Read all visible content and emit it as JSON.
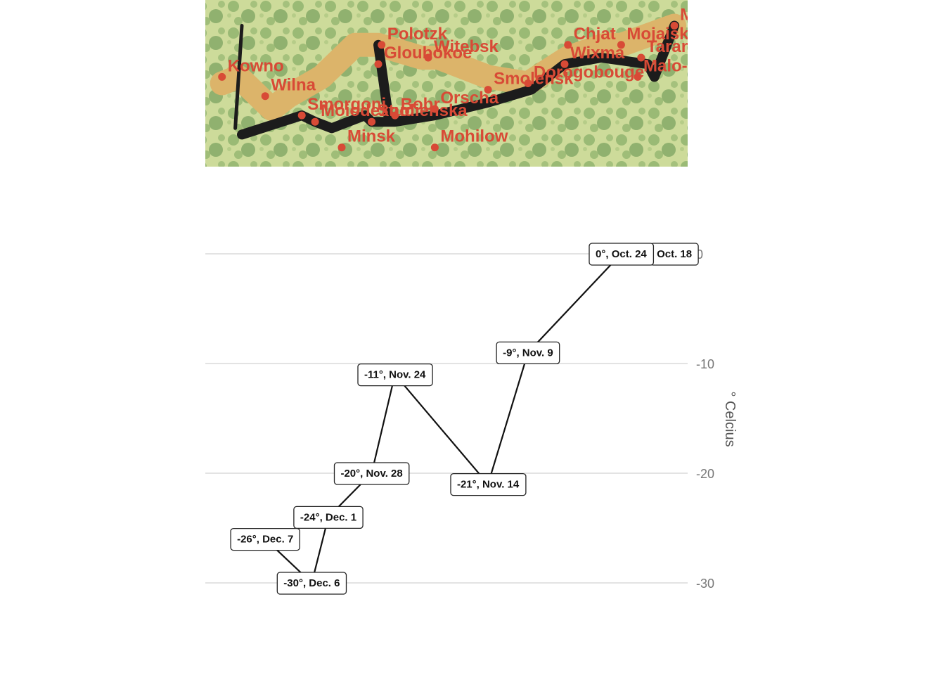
{
  "chart_data": [
    {
      "type": "map",
      "colors": {
        "advance": "#dcb46a",
        "retreat": "#1c1c1c",
        "city": "#d84a36",
        "terrain_light": "#d6e0a4",
        "terrain_dark": "#6f9a58"
      },
      "advance_path": [
        [
          24.0,
          54.9
        ],
        [
          24.5,
          55.0
        ],
        [
          25.5,
          54.5
        ],
        [
          26.0,
          54.7
        ],
        [
          27.0,
          55.0
        ],
        [
          28.0,
          55.5
        ],
        [
          28.7,
          55.5
        ],
        [
          30.0,
          55.3
        ],
        [
          30.5,
          55.3
        ],
        [
          32.0,
          55.0
        ],
        [
          33.2,
          54.9
        ],
        [
          34.4,
          55.3
        ],
        [
          35.5,
          55.5
        ],
        [
          36.0,
          55.5
        ],
        [
          37.6,
          55.8
        ]
      ],
      "retreat_path": [
        [
          37.6,
          55.8
        ],
        [
          37.0,
          55.0
        ],
        [
          36.8,
          55.2
        ],
        [
          35.4,
          55.3
        ],
        [
          34.3,
          55.2
        ],
        [
          33.3,
          54.8
        ],
        [
          32.0,
          54.6
        ],
        [
          30.4,
          54.4
        ],
        [
          29.2,
          54.3
        ],
        [
          28.5,
          54.3
        ],
        [
          28.3,
          54.4
        ],
        [
          27.3,
          54.2
        ],
        [
          26.8,
          54.3
        ],
        [
          26.4,
          54.4
        ],
        [
          24.6,
          54.1
        ]
      ],
      "retreat_branch": [
        [
          28.7,
          55.5
        ],
        [
          29.0,
          54.4
        ]
      ],
      "north_branch": [
        [
          24.6,
          55.8
        ],
        [
          24.4,
          54.2
        ]
      ],
      "cities": [
        {
          "name": "Kowno",
          "lon": 24.0,
          "lat": 55.0
        },
        {
          "name": "Wilna",
          "lon": 25.3,
          "lat": 54.7
        },
        {
          "name": "Smorgoni",
          "lon": 26.4,
          "lat": 54.4
        },
        {
          "name": "Moiodexno",
          "lon": 26.8,
          "lat": 54.3
        },
        {
          "name": "Gloubokoe",
          "lon": 28.7,
          "lat": 55.2
        },
        {
          "name": "Minsk",
          "lon": 27.6,
          "lat": 53.9
        },
        {
          "name": "Studienska",
          "lon": 28.5,
          "lat": 54.3
        },
        {
          "name": "Polotzk",
          "lon": 28.8,
          "lat": 55.5
        },
        {
          "name": "Bobr",
          "lon": 29.2,
          "lat": 54.4
        },
        {
          "name": "Witebsk",
          "lon": 30.2,
          "lat": 55.3
        },
        {
          "name": "Orscha",
          "lon": 30.4,
          "lat": 54.5
        },
        {
          "name": "Mohilow",
          "lon": 30.4,
          "lat": 53.9
        },
        {
          "name": "Smolensk",
          "lon": 32.0,
          "lat": 54.8
        },
        {
          "name": "Dorogobouge",
          "lon": 33.2,
          "lat": 54.9
        },
        {
          "name": "Wixma",
          "lon": 34.3,
          "lat": 55.2
        },
        {
          "name": "Chjat",
          "lon": 34.4,
          "lat": 55.5
        },
        {
          "name": "Mojaisk",
          "lon": 36.0,
          "lat": 55.5
        },
        {
          "name": "Moscou",
          "lon": 37.6,
          "lat": 55.8
        },
        {
          "name": "Tarantino",
          "lon": 36.6,
          "lat": 55.3
        },
        {
          "name": "Malo-Jarosewii",
          "lon": 36.5,
          "lat": 55.0
        }
      ]
    },
    {
      "type": "line",
      "xlim": [
        23.5,
        38.0
      ],
      "ylim": [
        -32,
        2
      ],
      "yticks": [
        0,
        -10,
        -20,
        -30
      ],
      "ylabel": "° Celcius",
      "grid": true,
      "points": [
        {
          "lon": 37.6,
          "temp": 0,
          "label": "Oct. 18"
        },
        {
          "lon": 36.0,
          "temp": 0,
          "label": "0°, Oct. 24"
        },
        {
          "lon": 33.2,
          "temp": -9,
          "label": "-9°, Nov. 9"
        },
        {
          "lon": 32.0,
          "temp": -21,
          "label": "-21°, Nov. 14"
        },
        {
          "lon": 29.2,
          "temp": -11,
          "label": "-11°, Nov. 24"
        },
        {
          "lon": 28.5,
          "temp": -20,
          "label": "-20°, Nov. 28"
        },
        {
          "lon": 27.2,
          "temp": -24,
          "label": "-24°, Dec. 1"
        },
        {
          "lon": 26.7,
          "temp": -30,
          "label": "-30°, Dec. 6"
        },
        {
          "lon": 25.3,
          "temp": -26,
          "label": "-26°, Dec. 7"
        }
      ]
    }
  ]
}
